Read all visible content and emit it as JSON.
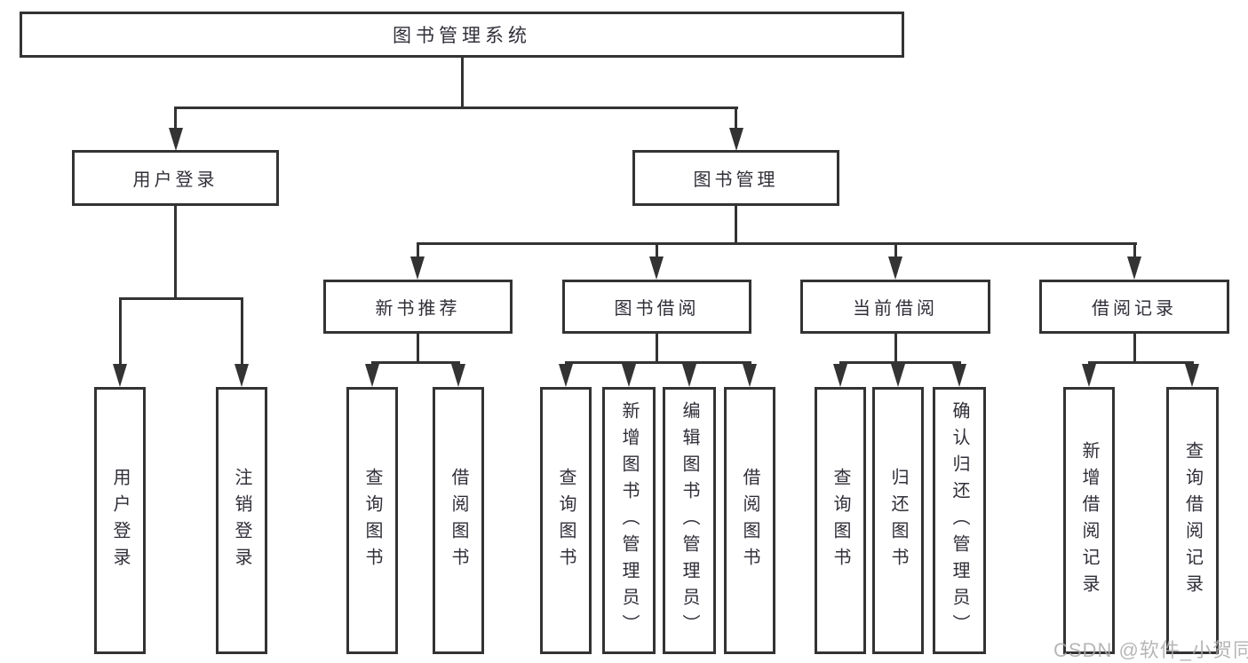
{
  "tree": {
    "root": "图书管理系统",
    "branches": [
      {
        "label": "用户登录",
        "children": [
          "用户登录",
          "注销登录"
        ]
      },
      {
        "label": "图书管理",
        "groups": [
          {
            "label": "新书推荐",
            "children": [
              "查询图书",
              "借阅图书"
            ]
          },
          {
            "label": "图书借阅",
            "children": [
              "查询图书",
              "新增图书（管理员）",
              "编辑图书（管理员）",
              "借阅图书"
            ]
          },
          {
            "label": "当前借阅",
            "children": [
              "查询图书",
              "归还图书",
              "确认归还（管理员）"
            ]
          },
          {
            "label": "借阅记录",
            "children": [
              "新增借阅记录",
              "查询借阅记录"
            ]
          }
        ]
      }
    ]
  },
  "watermark": "CSDN @软件_小贺同学",
  "colors": {
    "line": "#333333",
    "text": "#2f2f38",
    "background": "#ffffff",
    "watermark": "#aaaaaa"
  }
}
